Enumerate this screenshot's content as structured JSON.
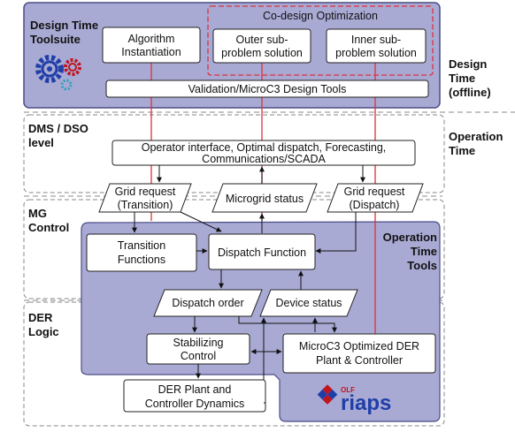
{
  "diagram": {
    "design_time_toolsuite": [
      "Design Time",
      "Toolsuite"
    ],
    "co_design_title": "Co-design Optimization",
    "algorithm_instantiation": [
      "Algorithm",
      "Instantiation"
    ],
    "outer_subproblem": [
      "Outer sub-",
      "problem solution"
    ],
    "inner_subproblem": [
      "Inner sub-",
      "problem solution"
    ],
    "validation_tools": "Validation/MicroC3 Design Tools",
    "design_time_offline": [
      "Design",
      "Time",
      "(offline)"
    ],
    "dms_dso_level": [
      "DMS / DSO",
      "level"
    ],
    "operation_time": [
      "Operation",
      "Time"
    ],
    "operator_interface": [
      "Operator interface, Optimal dispatch, Forecasting,",
      "Communications/SCADA"
    ],
    "grid_request_transition": [
      "Grid request",
      "(Transition)"
    ],
    "microgrid_status": "Microgrid status",
    "grid_request_dispatch": [
      "Grid request",
      "(Dispatch)"
    ],
    "mg_control": [
      "MG",
      "Control"
    ],
    "operation_time_tools": [
      "Operation",
      "Time",
      "Tools"
    ],
    "transition_functions": [
      "Transition",
      "Functions"
    ],
    "dispatch_function": "Dispatch Function",
    "dispatch_order": "Dispatch order",
    "device_status": "Device status",
    "der_logic": [
      "DER",
      "Logic"
    ],
    "stabilizing_control": [
      "Stabilizing",
      "Control"
    ],
    "microc3_der": [
      "MicroC3 Optimized DER",
      "Plant & Controller"
    ],
    "der_plant_dynamics": [
      "DER Plant and",
      "Controller Dynamics"
    ],
    "logo_text": "riaps",
    "logo_small_text": "OLF",
    "icon_name_gears": "gears-icon",
    "icon_name_logo": "riaps-logo",
    "colors": {
      "panel_fill": "#a9aad4",
      "panel_stroke": "#4a4c86",
      "red_accent": "#e0303a",
      "dashed_gray": "#8a8a8a"
    }
  }
}
